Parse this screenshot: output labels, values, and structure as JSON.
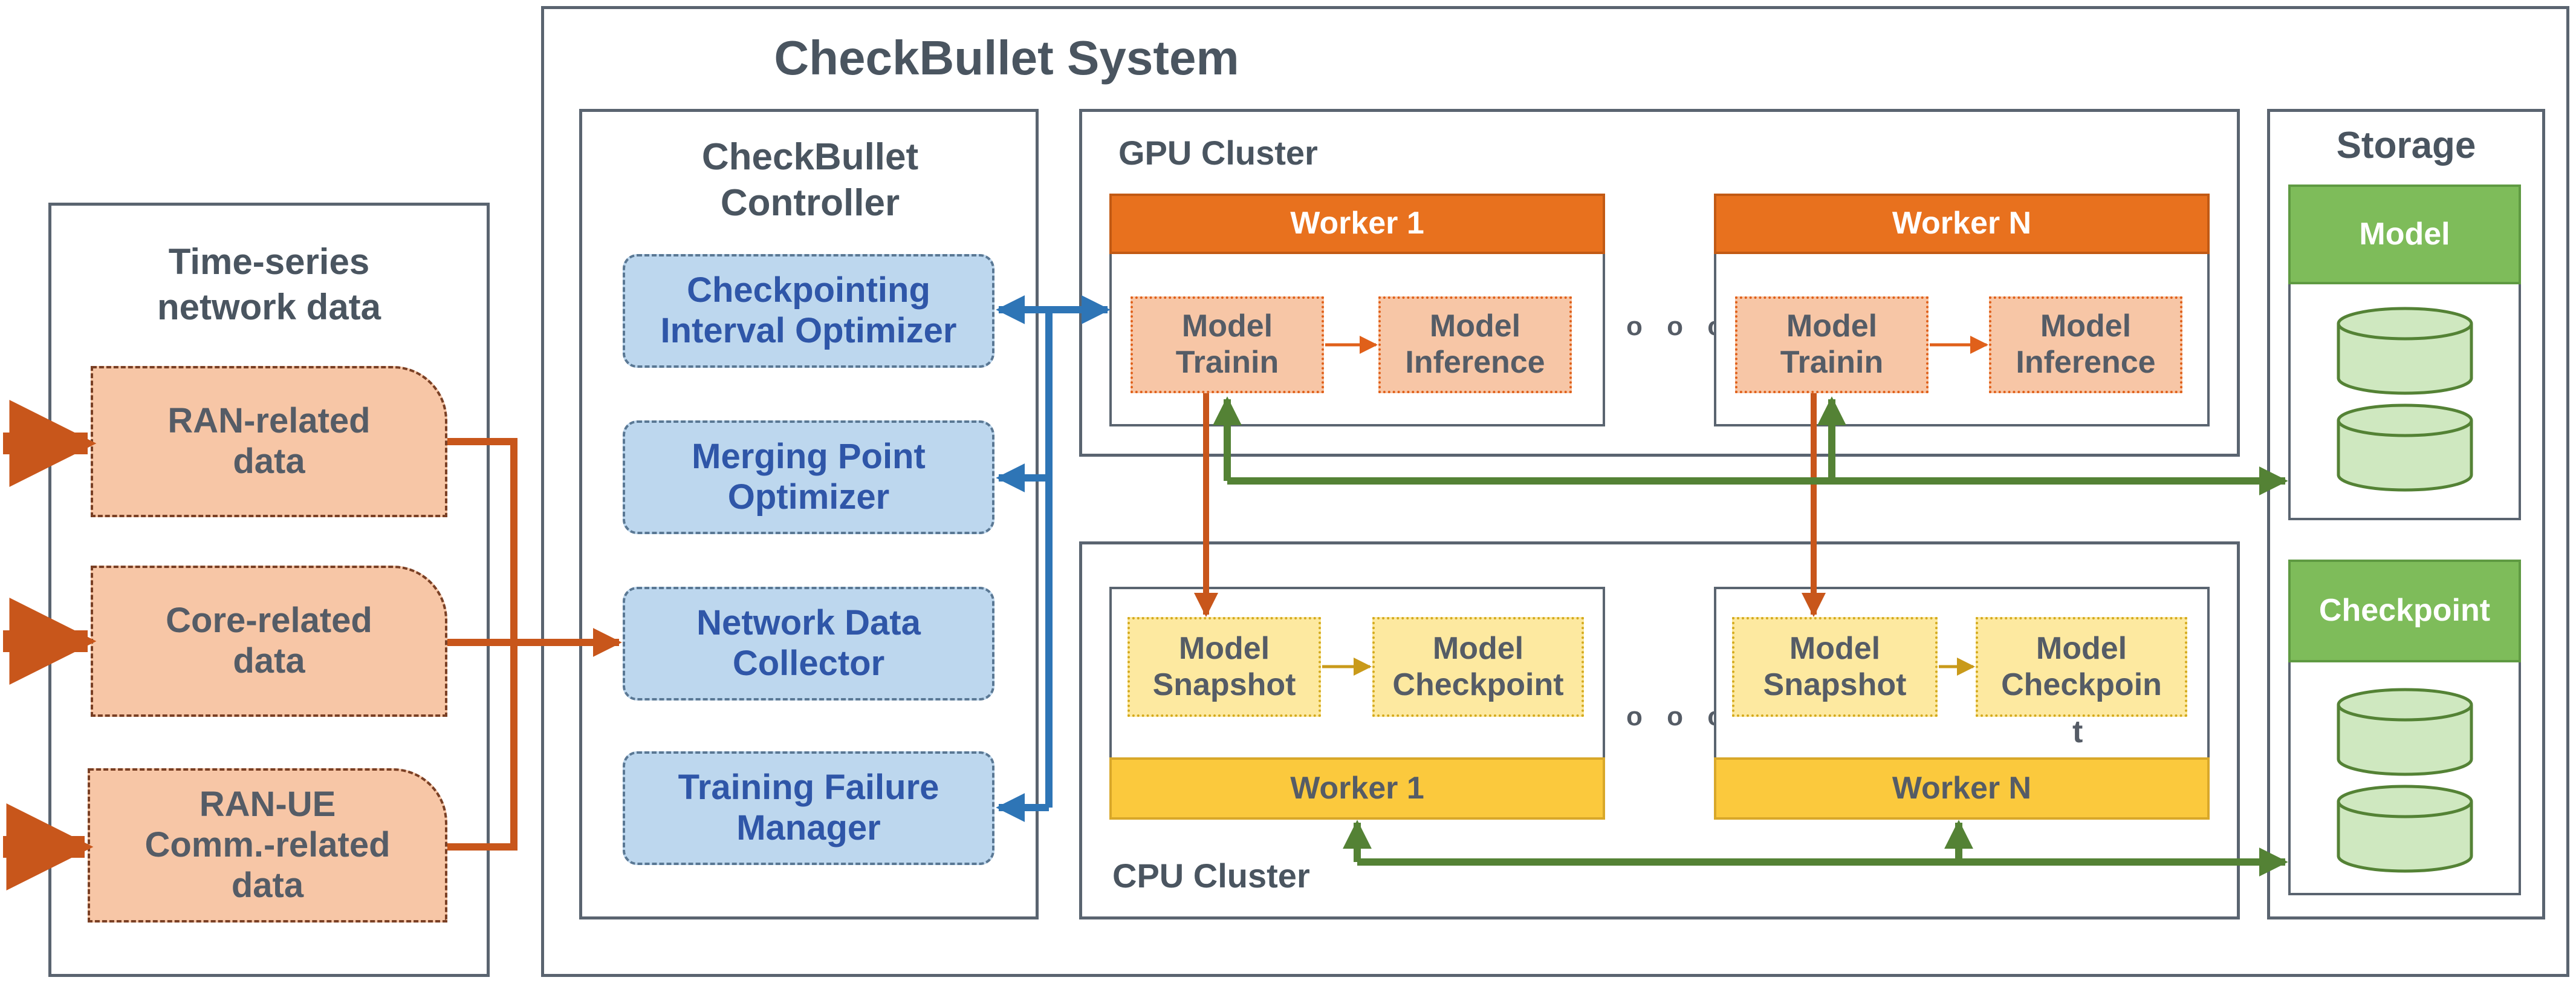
{
  "system": {
    "title": "CheckBullet System"
  },
  "timeseries": {
    "title": "Time-series network data",
    "items": [
      "RAN-related data",
      "Core-related data",
      "RAN-UE Comm.-related data"
    ]
  },
  "controller": {
    "title": "CheckBullet Controller",
    "modules": [
      "Checkpointing Interval Optimizer",
      "Merging Point Optimizer",
      "Network Data Collector",
      "Training Failure Manager"
    ]
  },
  "gpu_cluster": {
    "title": "GPU Cluster",
    "workers": [
      {
        "name": "Worker 1",
        "training": "Model Trainin",
        "inference": "Model Inference"
      },
      {
        "name": "Worker N",
        "training": "Model Trainin",
        "inference": "Model Inference"
      }
    ],
    "ellipsis": "o o o"
  },
  "cpu_cluster": {
    "title": "CPU Cluster",
    "workers": [
      {
        "name": "Worker 1",
        "snapshot": "Model Snapshot",
        "checkpoint": "Model Checkpoint"
      },
      {
        "name": "Worker N",
        "snapshot": "Model Snapshot",
        "checkpoint": "Model Checkpoin",
        "checkpoint_overflow": "t"
      }
    ],
    "ellipsis": "o o o"
  },
  "storage": {
    "title": "Storage",
    "sections": [
      "Model",
      "Checkpoint"
    ]
  },
  "colors": {
    "orange_arrow": "#c8561b",
    "blue_arrow": "#2e75b6",
    "green_arrow": "#548235",
    "frame": "#5a6470"
  }
}
